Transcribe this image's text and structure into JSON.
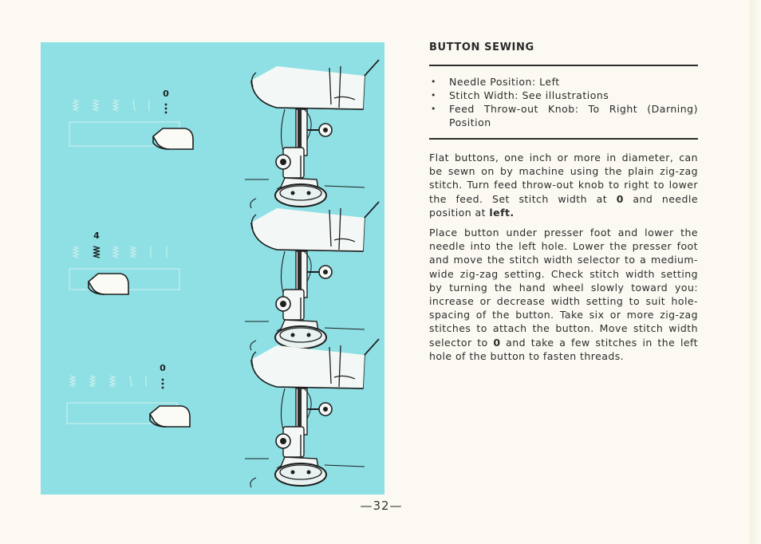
{
  "section": {
    "heading": "BUTTON SEWING"
  },
  "settings": [
    {
      "text": "Needle Position: Left"
    },
    {
      "text": "Stitch Width: See illustrations"
    },
    {
      "text": "Feed Throw-out Knob: To Right (Darning) Position"
    }
  ],
  "bullet_glyph": "•",
  "paragraph1": {
    "text": "Flat buttons, one inch or more in diameter, can be sewn on by machine using the plain zig-zag stitch. Turn feed throw-out knob to right to lower the feed. Set stitch width at ",
    "value": "0",
    "mid": " and needle position at ",
    "emphasis": "left."
  },
  "paragraph2": {
    "text": "Place button under presser foot and lower the needle into the left hole. Lower the presser foot and move the stitch width selector to a medium-wide zig-zag setting. Check stitch width setting by turning the hand wheel slowly toward you: increase or decrease width setting to suit hole-spacing of the button. Take six or more zig-zag stitches to attach the button. Move stitch width selector to ",
    "value": "0",
    "end": " and take a few stitches in the left hole of the button to fasten threads."
  },
  "illustrations": [
    {
      "selector_value": "0",
      "figure": "width-selector-at-0-needle-left-hole"
    },
    {
      "selector_value": "4",
      "figure": "width-selector-at-4-zigzag-over-button"
    },
    {
      "selector_value": "0",
      "figure": "width-selector-at-0-fasten-threads"
    }
  ],
  "page": {
    "number": "—32—"
  },
  "colors": {
    "panel": "#8ee0e4",
    "ink": "#2c2c2c",
    "paper": "#fbf9f2"
  }
}
